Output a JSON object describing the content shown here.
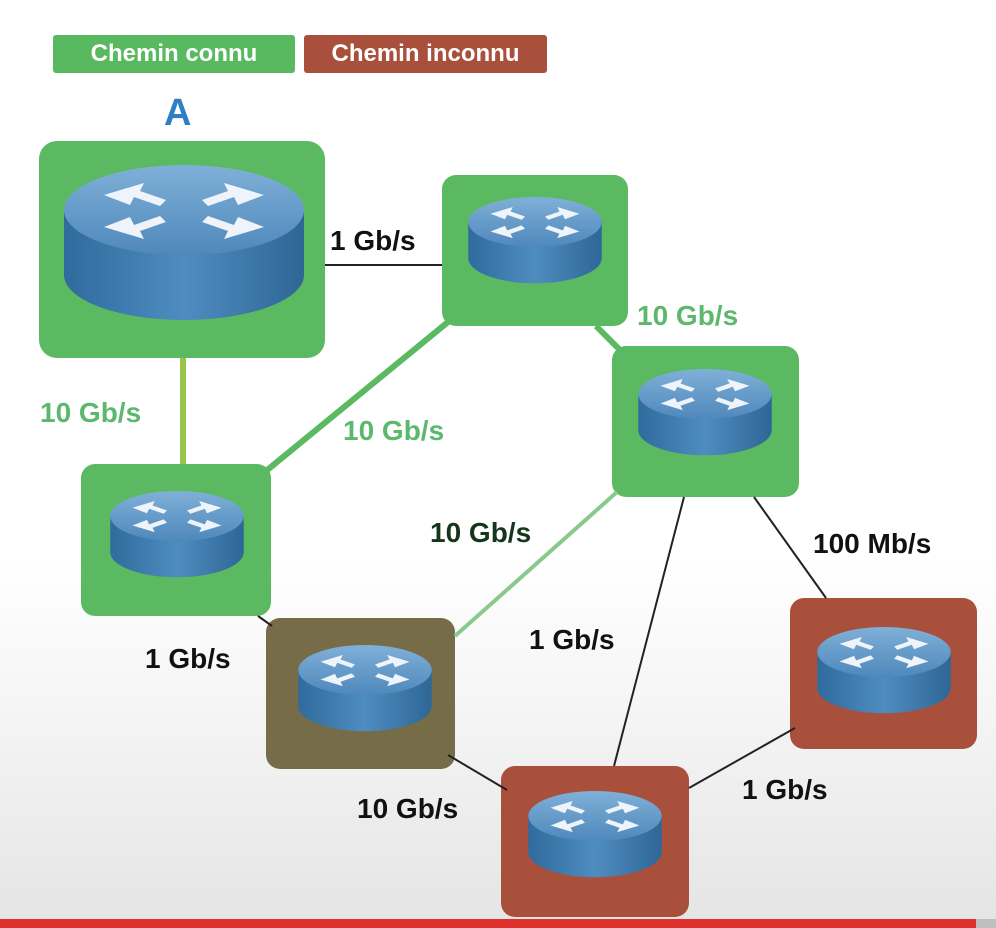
{
  "legend": {
    "known": {
      "label": "Chemin connu",
      "color": "#59b960"
    },
    "unknown": {
      "label": "Chemin inconnu",
      "color": "#a9503d"
    }
  },
  "node_label": "A",
  "routers": [
    {
      "id": "router-a",
      "state": "known"
    },
    {
      "id": "router-top-center",
      "state": "known"
    },
    {
      "id": "router-right",
      "state": "known"
    },
    {
      "id": "router-left",
      "state": "known"
    },
    {
      "id": "router-middle",
      "state": "in-progress"
    },
    {
      "id": "router-bottom",
      "state": "unknown"
    },
    {
      "id": "router-bottom-right",
      "state": "unknown"
    }
  ],
  "links": [
    {
      "from": "router-a",
      "to": "router-top-center",
      "label": "1 Gb/s"
    },
    {
      "from": "router-a",
      "to": "router-left",
      "label": "10 Gb/s"
    },
    {
      "from": "router-left",
      "to": "router-top-center",
      "label": "10 Gb/s"
    },
    {
      "from": "router-top-center",
      "to": "router-right",
      "label": "10 Gb/s"
    },
    {
      "from": "router-middle",
      "to": "router-right",
      "label": "10 Gb/s"
    },
    {
      "from": "router-right",
      "to": "router-bottom-right",
      "label": "100 Mb/s"
    },
    {
      "from": "router-left",
      "to": "router-middle",
      "label": "1 Gb/s"
    },
    {
      "from": "router-right",
      "to": "router-bottom",
      "label": "1 Gb/s"
    },
    {
      "from": "router-middle",
      "to": "router-bottom",
      "label": "10 Gb/s"
    },
    {
      "from": "router-bottom",
      "to": "router-bottom-right",
      "label": "1 Gb/s"
    }
  ],
  "colors": {
    "known_green": "#5bb962",
    "unknown_red": "#a9503d",
    "olive": "#776c48",
    "router_blue": "#4a86b8",
    "label_blue": "#2f7fc4",
    "progress_red": "#e0302c"
  },
  "icons": {
    "router": "router-icon"
  }
}
